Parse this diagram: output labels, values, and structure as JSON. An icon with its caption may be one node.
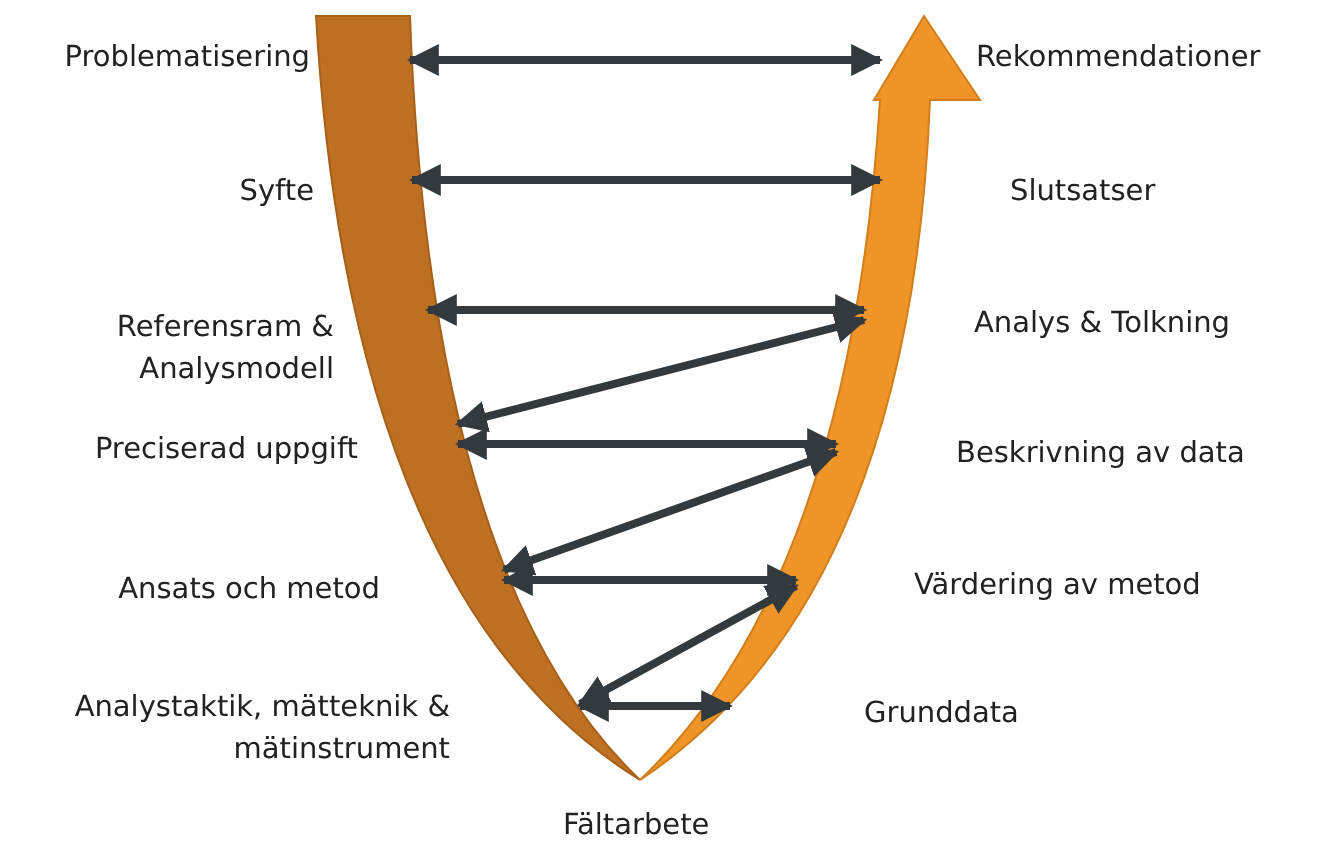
{
  "diagram": {
    "nodes": [
      {
        "text": [
          "Problematisering"
        ]
      },
      {
        "text": [
          "Rekommendationer"
        ]
      },
      {
        "text": [
          "Syfte"
        ]
      },
      {
        "text": [
          "Slutsatser"
        ]
      },
      {
        "text": [
          "Referensram & Analysmodell"
        ]
      },
      {
        "text": [
          "Analys & Tolkning"
        ]
      },
      {
        "text": [
          "Preciserad uppgift"
        ]
      },
      {
        "text": [
          "Beskrivning av data"
        ]
      },
      {
        "text": [
          "Ansats och metod"
        ]
      },
      {
        "text": [
          "Värdering av metod"
        ]
      },
      {
        "text": [
          "Analystaktik, mätteknik & mätinstrument"
        ]
      },
      {
        "text": [
          "Grunddata"
        ]
      }
    ],
    "edges": [
      {
        "from": 0,
        "to": 1,
        "arrow": "both"
      },
      {
        "from": 2,
        "to": 3,
        "arrow": "both"
      },
      {
        "from": 4,
        "to": 5,
        "arrow": "both"
      },
      {
        "from": 5,
        "to": 6,
        "arrow": "both"
      },
      {
        "from": 6,
        "to": 7,
        "arrow": "both"
      },
      {
        "from": 7,
        "to": 8,
        "arrow": "both"
      },
      {
        "from": 8,
        "to": 9,
        "arrow": "both"
      },
      {
        "from": 9,
        "to": 10,
        "arrow": "both"
      },
      {
        "from": 10,
        "to": 11,
        "arrow": "both"
      }
    ],
    "labels": [
      "Fältarbete"
    ]
  }
}
